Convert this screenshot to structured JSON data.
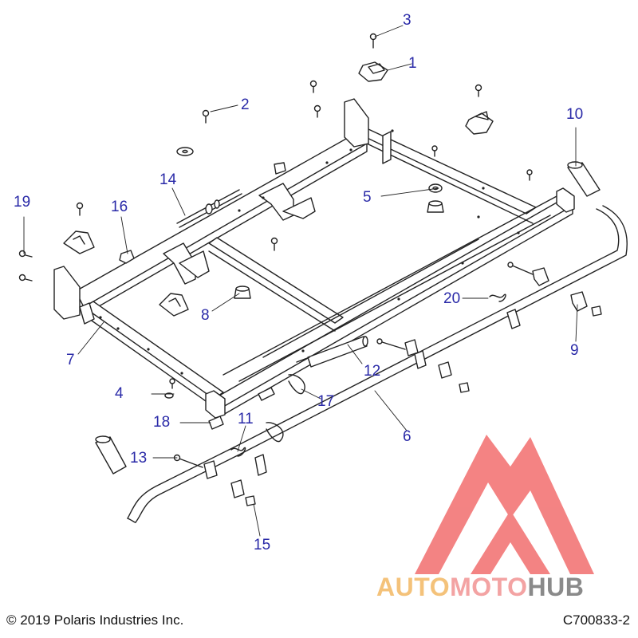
{
  "diagram": {
    "callouts": [
      {
        "id": "1",
        "label": "1"
      },
      {
        "id": "2",
        "label": "2"
      },
      {
        "id": "3",
        "label": "3"
      },
      {
        "id": "4",
        "label": "4"
      },
      {
        "id": "5",
        "label": "5"
      },
      {
        "id": "6",
        "label": "6"
      },
      {
        "id": "7",
        "label": "7"
      },
      {
        "id": "8",
        "label": "8"
      },
      {
        "id": "9",
        "label": "9"
      },
      {
        "id": "10",
        "label": "10"
      },
      {
        "id": "11",
        "label": "11"
      },
      {
        "id": "12",
        "label": "12"
      },
      {
        "id": "13",
        "label": "13"
      },
      {
        "id": "14",
        "label": "14"
      },
      {
        "id": "15",
        "label": "15"
      },
      {
        "id": "16",
        "label": "16"
      },
      {
        "id": "17",
        "label": "17"
      },
      {
        "id": "18",
        "label": "18"
      },
      {
        "id": "19",
        "label": "19"
      },
      {
        "id": "20",
        "label": "20"
      }
    ],
    "copyright": "© 2019 Polaris Industries Inc.",
    "drawing_number": "C700833-2",
    "colors": {
      "callout_text": "#2a2aa8",
      "line_art": "#222222",
      "watermark_red": "#ef4f4f",
      "watermark_orange": "#f4c27a",
      "watermark_pink": "#f3a3a3",
      "watermark_gray": "#8a8a8a"
    }
  },
  "watermark": {
    "part1": "AUTO",
    "part2": "MOTO",
    "part3": "HUB"
  }
}
